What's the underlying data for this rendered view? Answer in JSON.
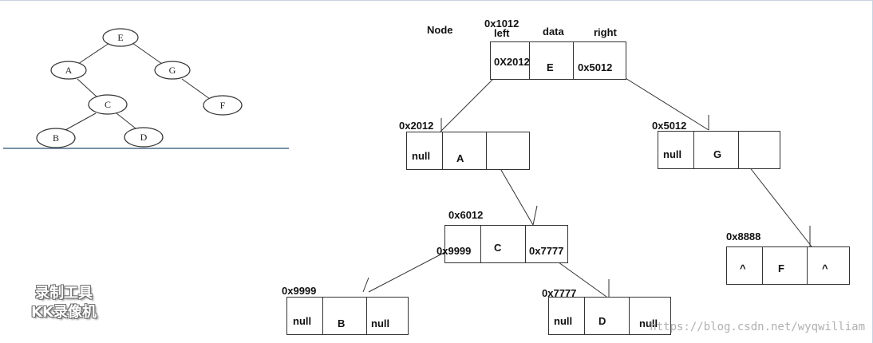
{
  "tree": {
    "nodes": [
      "E",
      "A",
      "G",
      "C",
      "F",
      "B",
      "D"
    ]
  },
  "header": {
    "node_label": "Node",
    "left_label": "left",
    "data_label": "data",
    "right_label": "right"
  },
  "nodes": {
    "e": {
      "address": "0x1012",
      "left": "0X2012",
      "data": "E",
      "right": "0x5012"
    },
    "a": {
      "address": "0x2012",
      "left": "null",
      "data": "A",
      "right": ""
    },
    "g": {
      "address": "0x5012",
      "left": "null",
      "data": "G",
      "right": ""
    },
    "c": {
      "address": "0x6012",
      "left": "0x9999",
      "data": "C",
      "right": "0x7777"
    },
    "f": {
      "address": "0x8888",
      "left": "^",
      "data": "F",
      "right": "^"
    },
    "b": {
      "address": "0x9999",
      "left": "null",
      "data": "B",
      "right": "null"
    },
    "d": {
      "address": "0x7777",
      "left": "null",
      "data": "D",
      "right": "null"
    }
  },
  "watermark": {
    "badge_line1": "录制工具",
    "badge_line2": "KK录像机",
    "url": "https://blog.csdn.net/wyqwilliam"
  }
}
